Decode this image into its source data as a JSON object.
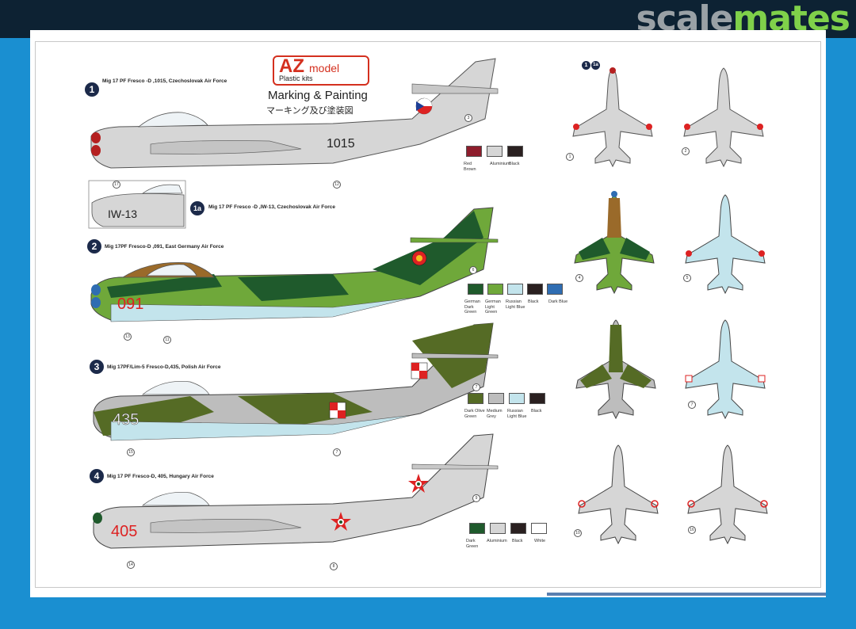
{
  "header": {
    "brand_part1": "scale",
    "brand_part2": "mates"
  },
  "logo": {
    "az": "AZ",
    "model": "model",
    "kits": "Plastic kits"
  },
  "sheet": {
    "title": "Marking & Painting",
    "subtitle": "マーキング及び塗装図"
  },
  "variants": [
    {
      "badge": "1",
      "title": "Mig 17 PF Fresco -D ,1015, Czechoslovak Air Force",
      "code": "1015"
    },
    {
      "badge": "1a",
      "title": "Mig 17 PF Fresco -D ,IW-13, Czechoslovak Air Force",
      "code": "IW-13"
    },
    {
      "badge": "2",
      "title": "Mig 17PF Fresco-D ,091, East Germany Air Force",
      "code": "091"
    },
    {
      "badge": "3",
      "title": "Mig 17PF/Lim-5 Fresco-D,435, Polish Air Force",
      "code": "435"
    },
    {
      "badge": "4",
      "title": "Mig 17 PF Fresco-D, 405, Hungary Air Force",
      "code": "405"
    }
  ],
  "plan_badges": [
    "1",
    "1a"
  ],
  "palettes": [
    {
      "colors": [
        {
          "name": "Red Brown",
          "hex": "#8e1d2c"
        },
        {
          "name": "Aluminium",
          "hex": "#d6d6d6"
        },
        {
          "name": "Black",
          "hex": "#2a2020"
        }
      ]
    },
    {
      "colors": [
        {
          "name": "German Dark Green",
          "hex": "#1f5a2c"
        },
        {
          "name": "German Light Green",
          "hex": "#6fa83a"
        },
        {
          "name": "Russian Light Blue",
          "hex": "#c3e4ec"
        },
        {
          "name": "Black",
          "hex": "#2a2020"
        },
        {
          "name": "Dark Blue",
          "hex": "#2f6db2"
        }
      ]
    },
    {
      "colors": [
        {
          "name": "Dark Olive Green",
          "hex": "#556b25"
        },
        {
          "name": "Medium Grey",
          "hex": "#bdbdbd"
        },
        {
          "name": "Russian Light Blue",
          "hex": "#c3e4ec"
        },
        {
          "name": "Black",
          "hex": "#2a2020"
        }
      ]
    },
    {
      "colors": [
        {
          "name": "Dark Green",
          "hex": "#1f5a2c"
        },
        {
          "name": "Aluminium",
          "hex": "#d6d6d6"
        },
        {
          "name": "Black",
          "hex": "#2a2020"
        },
        {
          "name": "White",
          "hex": "#ffffff"
        }
      ]
    }
  ],
  "callouts": {
    "v1": [
      "3",
      "12"
    ],
    "v1a": [
      "17"
    ],
    "v2": [
      "6",
      "13",
      "11"
    ],
    "v3": [
      "7",
      "7",
      "15"
    ],
    "v4": [
      "9",
      "14",
      "8"
    ],
    "plans": [
      "1",
      "2",
      "4",
      "5",
      "7",
      "10",
      "16"
    ]
  }
}
